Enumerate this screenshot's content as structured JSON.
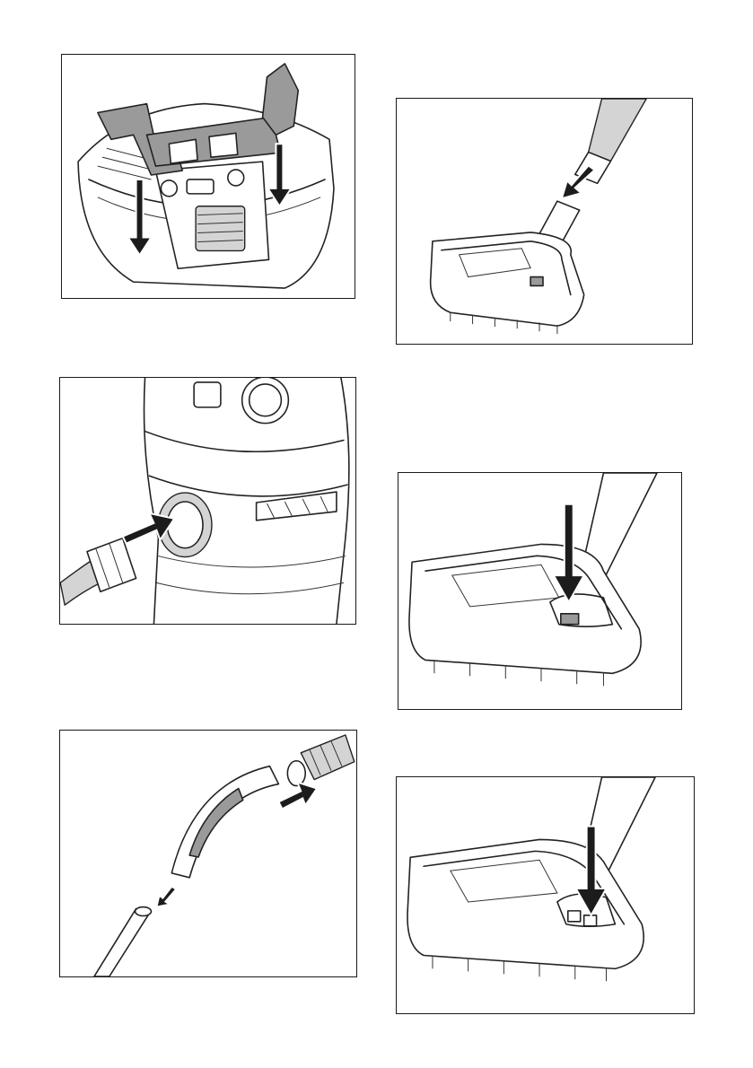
{
  "page": {
    "panels": [
      {
        "id": "p1",
        "icon": "handle-attach-illustration-icon"
      },
      {
        "id": "p2",
        "icon": "hose-insert-illustration-icon"
      },
      {
        "id": "p3",
        "icon": "hose-tube-connect-illustration-icon"
      },
      {
        "id": "p4",
        "icon": "floor-nozzle-attach-illustration-icon"
      },
      {
        "id": "p5",
        "icon": "floor-nozzle-switch-carpet-illustration-icon"
      },
      {
        "id": "p6",
        "icon": "floor-nozzle-switch-hard-floor-illustration-icon"
      }
    ]
  }
}
